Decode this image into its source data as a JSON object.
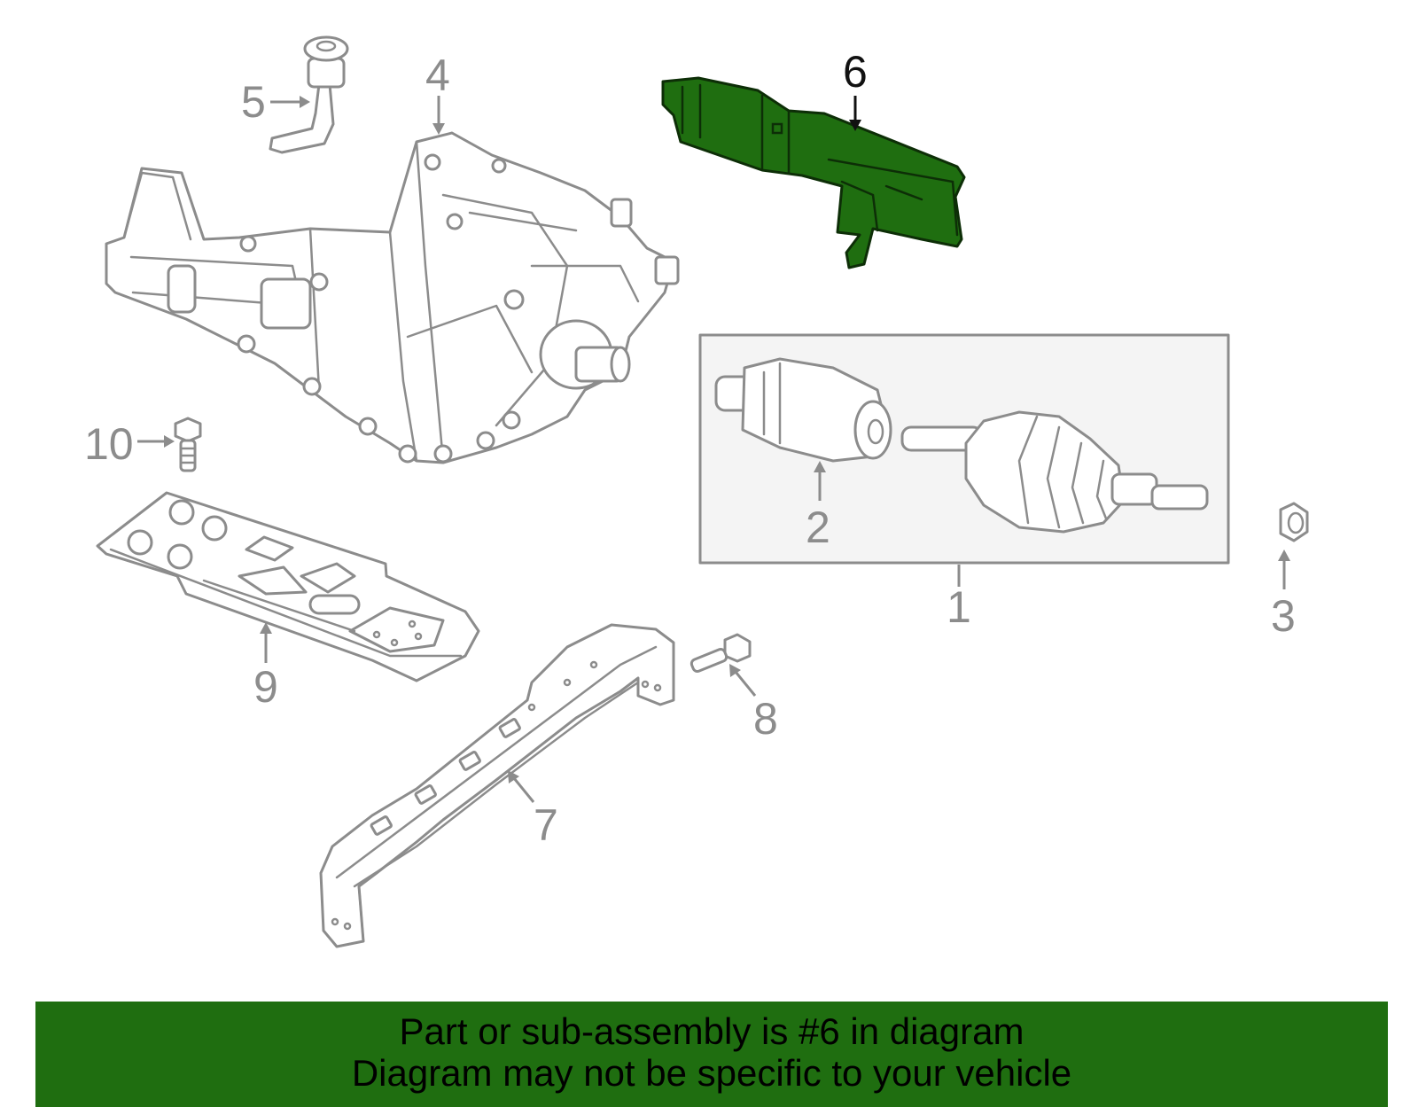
{
  "diagram": {
    "highlighted_part": "6",
    "highlight_color": "#1f6e10",
    "part_line_color": "#8c8c8c",
    "callouts": {
      "c1": "1",
      "c2": "2",
      "c3": "3",
      "c4": "4",
      "c5": "5",
      "c6": "6",
      "c7": "7",
      "c8": "8",
      "c9": "9",
      "c10": "10"
    }
  },
  "banner": {
    "line1": "Part or sub-assembly is #6 in diagram",
    "line2": "Diagram may not be specific to your vehicle",
    "background": "#1f6e10"
  }
}
